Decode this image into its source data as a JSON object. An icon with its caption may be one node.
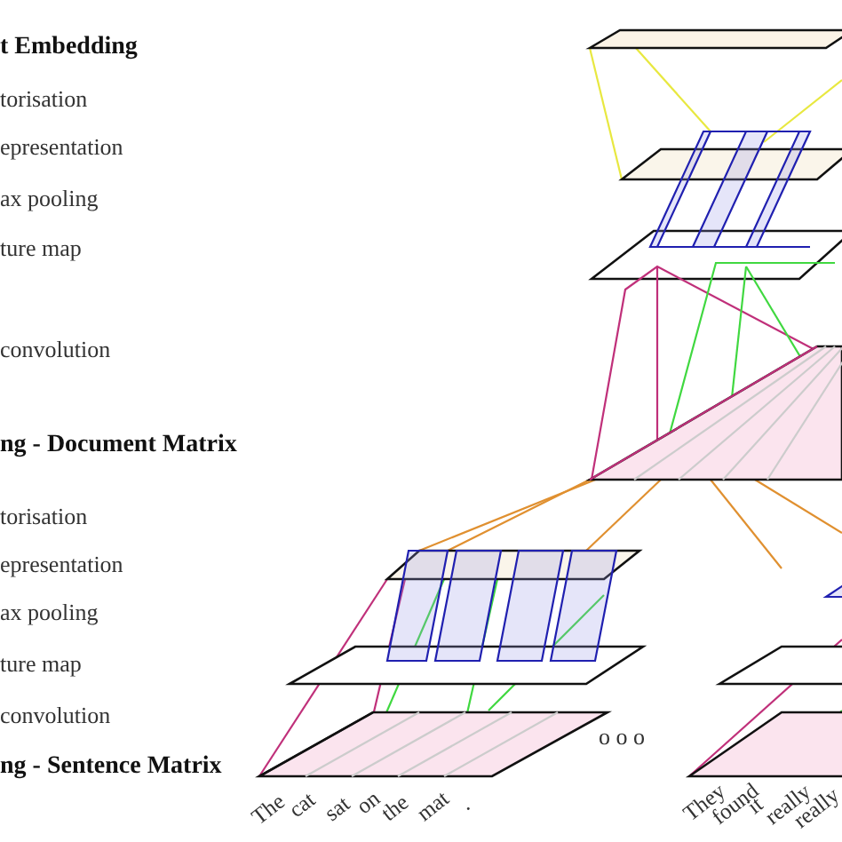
{
  "diagram": {
    "labels": [
      "t Embedding",
      "torisation",
      "epresentation",
      "ax pooling",
      "ture map",
      "convolution",
      "ng - Document Matrix",
      "torisation",
      "epresentation",
      "ax pooling",
      "ture map",
      "convolution",
      "ng - Sentence Matrix",
      "o o o",
      "The",
      "cat",
      "sat",
      "on",
      "the",
      "mat",
      ".",
      "They",
      "found",
      "it",
      "really",
      "really"
    ]
  }
}
